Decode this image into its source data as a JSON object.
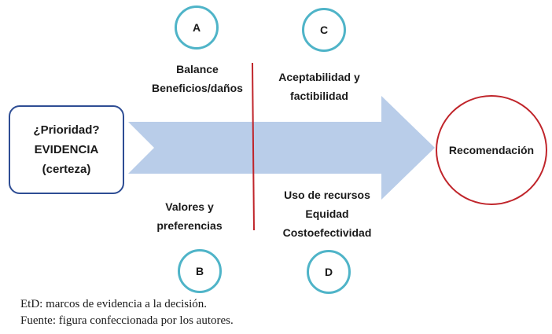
{
  "diagram": {
    "evidence_box": [
      "¿Prioridad?",
      "EVIDENCIA",
      "(certeza)"
    ],
    "circle_a": "A",
    "circle_b": "B",
    "circle_c": "C",
    "circle_d": "D",
    "label_a": [
      "Balance",
      "Beneficios/daños"
    ],
    "label_b": [
      "Valores y",
      "preferencias"
    ],
    "label_c": [
      "Aceptabilidad y",
      "factibilidad"
    ],
    "label_d": [
      "Uso de recursos",
      "Equidad",
      "Costoefectividad"
    ],
    "recommendation": "Recomendación"
  },
  "colors": {
    "arrow": "#b9cde9",
    "evidence_border": "#2e4d94",
    "divider": "#c0252b",
    "recommendation_border": "#c0252b",
    "letter_circle_border": "#4fb4c8"
  },
  "caption": {
    "line1": "EtD: marcos de evidencia a la decisión.",
    "line2": "Fuente: figura confeccionada por los autores."
  }
}
